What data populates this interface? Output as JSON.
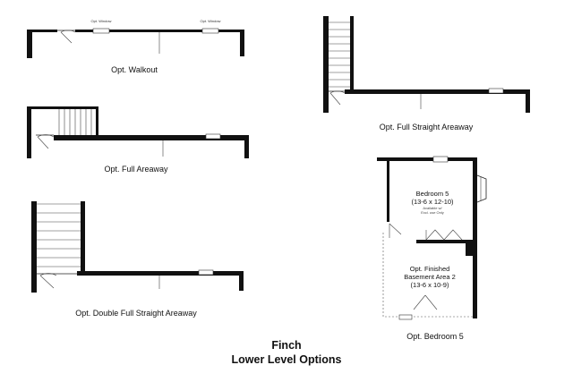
{
  "options": [
    {
      "key": "walkout",
      "label": "Opt. Walkout",
      "window_notes": [
        "Opt. Window",
        "Opt. Window"
      ]
    },
    {
      "key": "full_areaway",
      "label": "Opt. Full Areaway"
    },
    {
      "key": "double_full_straight_areaway",
      "label": "Opt. Double Full Straight Areaway"
    },
    {
      "key": "full_straight_areaway",
      "label": "Opt. Full Straight Areaway"
    },
    {
      "key": "bedroom5",
      "label": "Opt. Bedroom 5"
    }
  ],
  "rooms": {
    "bedroom5": {
      "name": "Bedroom 5",
      "size": "(13-6 x 12-10)",
      "note_line1": "Available w/",
      "note_line2": "Excl. use Only"
    },
    "basement": {
      "line1": "Opt. Finished",
      "line2": "Basement Area 2",
      "size": "(13-6 x 10-9)"
    }
  },
  "title": {
    "line1": "Finch",
    "line2": "Lower Level Options"
  }
}
